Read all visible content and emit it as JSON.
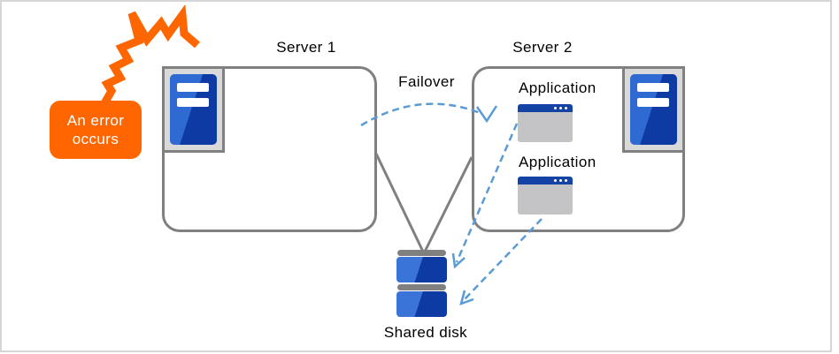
{
  "diagram": {
    "error_callout": {
      "line1": "An error",
      "line2": "occurs"
    },
    "failover_label": "Failover",
    "servers": [
      {
        "name": "Server 1"
      },
      {
        "name": "Server 2",
        "applications": [
          {
            "label": "Application"
          },
          {
            "label": "Application"
          }
        ]
      }
    ],
    "shared_disk_label": "Shared disk"
  },
  "icons": {
    "explosion-icon": "orange jagged flash / error burst",
    "server-icon": "blue tower server on gray plate",
    "application-window-icon": "window with blue titlebar and three dots",
    "shared-disk-icon": "two stacked blue disk modules with gray caps"
  },
  "colors": {
    "accent_orange": "#ff6600",
    "outline_gray": "#808080",
    "dashed_arrow_blue": "#5b9bd5",
    "server_blue_dark": "#0d3aa3",
    "server_blue_light": "#2f6ad2",
    "window_titlebar_blue": "#1243a5",
    "window_body_gray": "#c4c4c7",
    "icon_plate_gray": "#d9d9d9",
    "callout_text": "#ffffff",
    "label_text": "#000000"
  }
}
